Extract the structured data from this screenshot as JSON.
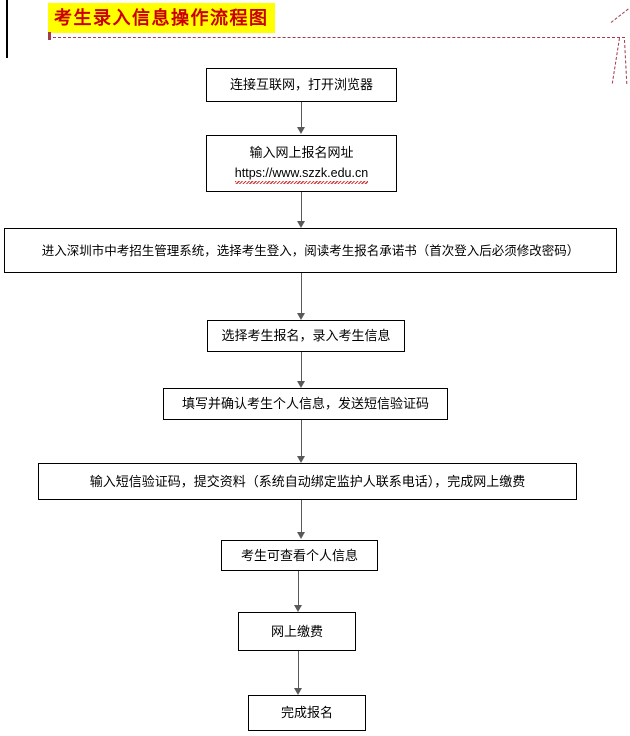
{
  "document": {
    "title": "考生录入信息操作流程图",
    "title_text_color": "#cc0000",
    "title_highlight_color": "#ffff00",
    "annotation_color": "#a33b4a"
  },
  "flowchart": {
    "type": "flowchart",
    "orientation": "top-to-bottom",
    "nodes": [
      {
        "id": "n1",
        "label": "连接互联网，打开浏览器"
      },
      {
        "id": "n2",
        "label": "输入网上报名网址",
        "sublabel": "https://www.szzk.edu.cn"
      },
      {
        "id": "n3",
        "label": "进入深圳市中考招生管理系统，选择考生登入，阅读考生报名承诺书（首次登入后必须修改密码）"
      },
      {
        "id": "n4",
        "label": "选择考生报名，录入考生信息"
      },
      {
        "id": "n5",
        "label": "填写并确认考生个人信息，发送短信验证码"
      },
      {
        "id": "n6",
        "label": "输入短信验证码，提交资料（系统自动绑定监护人联系电话），完成网上缴费"
      },
      {
        "id": "n7",
        "label": "考生可查看个人信息"
      },
      {
        "id": "n8",
        "label": "网上缴费"
      },
      {
        "id": "n9",
        "label": "完成报名"
      }
    ],
    "edges": [
      {
        "from": "n1",
        "to": "n2"
      },
      {
        "from": "n2",
        "to": "n3"
      },
      {
        "from": "n3",
        "to": "n4"
      },
      {
        "from": "n4",
        "to": "n5"
      },
      {
        "from": "n5",
        "to": "n6"
      },
      {
        "from": "n6",
        "to": "n7"
      },
      {
        "from": "n7",
        "to": "n8"
      },
      {
        "from": "n8",
        "to": "n9"
      }
    ]
  }
}
